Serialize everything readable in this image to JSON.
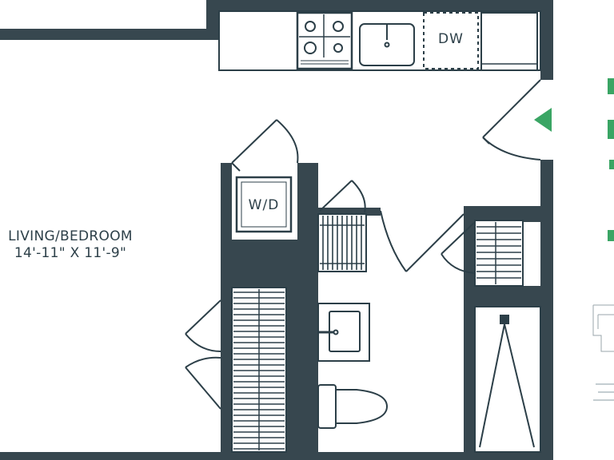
{
  "room": {
    "name": "LIVING/BEDROOM",
    "dimensions": "14'-11\" X 11'-9\""
  },
  "fixtures": {
    "washer_dryer": "W/D",
    "dishwasher": "DW"
  },
  "colors": {
    "wall": "#37474f",
    "line": "#2c3f48",
    "accent": "#3aa564"
  },
  "icons": {
    "compass": "north-arrow-icon",
    "keyplan": "key-plan-icon"
  }
}
